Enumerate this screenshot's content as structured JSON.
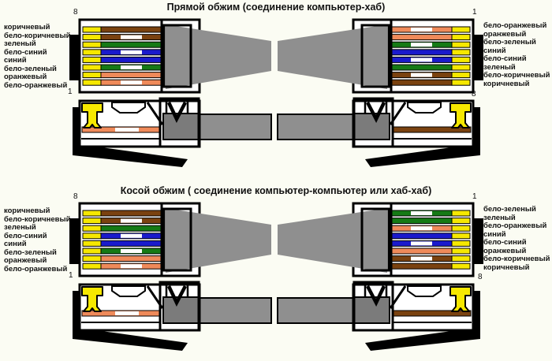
{
  "background": "#fbfcf3",
  "palette": {
    "brown": "#7a4210",
    "green": "#157a15",
    "blue": "#1a1acc",
    "orange": "#ef8a5a",
    "yellow": "#f6e800",
    "white": "#ffffff",
    "cable": "#8f8f8f",
    "cable_dark": "#7b7b7b",
    "outline": "#000000",
    "body": "#ffffff"
  },
  "sections": [
    {
      "title": "Прямой обжим (соединение компьютер-хаб)",
      "pin_numbers": {
        "left_top": "8",
        "left_bottom": "1",
        "right_top": "1",
        "right_bottom": "8"
      },
      "left_labels": [
        "коричневый",
        "бело-коричневый",
        "зеленый",
        "бело-синий",
        "синий",
        "бело-зеленый",
        "оранжевый",
        "бело-оранжевый"
      ],
      "right_labels": [
        "бело-оранжевый",
        "оранжевый",
        "бело-зеленый",
        "синий",
        "бело-синий",
        "зеленый",
        "бело-коричневый",
        "коричневый"
      ],
      "left_wires": [
        "brown",
        "white-brown",
        "green",
        "white-blue",
        "blue",
        "white-green",
        "orange",
        "white-orange"
      ],
      "right_wires": [
        "white-orange",
        "orange",
        "white-green",
        "blue",
        "white-blue",
        "green",
        "white-brown",
        "brown"
      ],
      "side_left_wire": "white-orange",
      "side_right_wire": "brown"
    },
    {
      "title": "Косой обжим ( соединение компьютер-компьютер или хаб-хаб)",
      "pin_numbers": {
        "left_top": "8",
        "left_bottom": "1",
        "right_top": "1",
        "right_bottom": "8"
      },
      "left_labels": [
        "коричневый",
        "бело-коричневый",
        "зеленый",
        "бело-синий",
        "синий",
        "бело-зеленый",
        "оранжевый",
        "бело-оранжевый"
      ],
      "right_labels": [
        "бело-зеленый",
        "зеленый",
        "бело-оранжевый",
        "синий",
        "бело-синий",
        "оранжевый",
        "бело-коричневый",
        "коричневый"
      ],
      "left_wires": [
        "brown",
        "white-brown",
        "green",
        "white-blue",
        "blue",
        "white-green",
        "orange",
        "white-orange"
      ],
      "right_wires": [
        "white-green",
        "green",
        "white-orange",
        "blue",
        "white-blue",
        "orange",
        "white-brown",
        "brown"
      ],
      "side_left_wire": "white-orange",
      "side_right_wire": "brown"
    }
  ]
}
